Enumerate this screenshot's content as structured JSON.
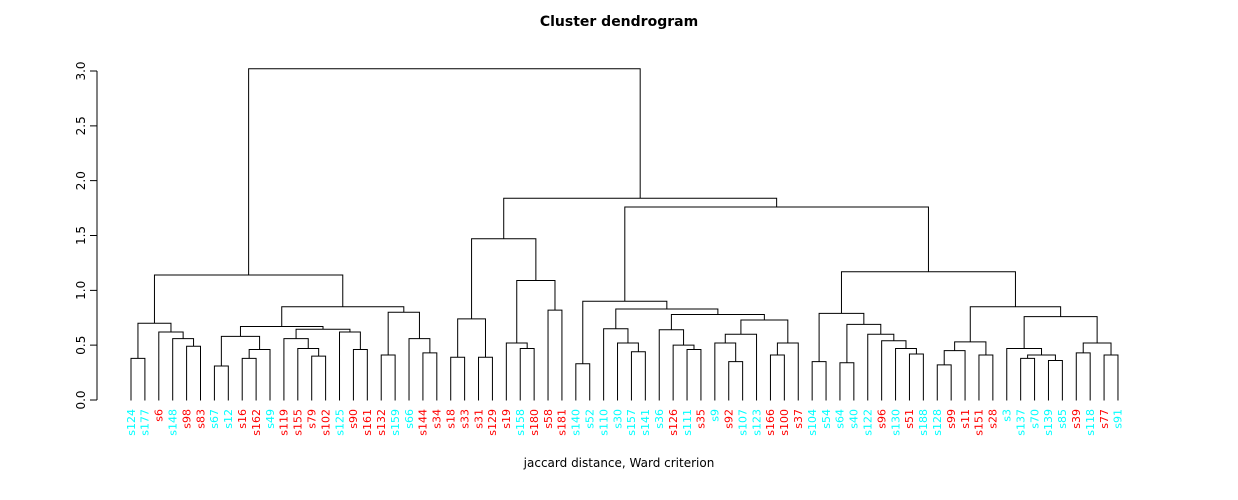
{
  "chart_data": {
    "type": "dendrogram",
    "title": "Cluster dendrogram",
    "caption": "jaccard distance, Ward criterion",
    "ylim": [
      0,
      3
    ],
    "yticks": [
      "0.0",
      "0.5",
      "1.0",
      "1.5",
      "2.0",
      "2.5",
      "3.0"
    ],
    "grid": false,
    "colors": {
      "cyan": "#00FFFF",
      "red": "#FF0000",
      "line": "#000000"
    },
    "leaves": [
      {
        "label": "s124",
        "color": "cyan"
      },
      {
        "label": "s177",
        "color": "cyan"
      },
      {
        "label": "s6",
        "color": "red"
      },
      {
        "label": "s148",
        "color": "cyan"
      },
      {
        "label": "s98",
        "color": "red"
      },
      {
        "label": "s83",
        "color": "red"
      },
      {
        "label": "s67",
        "color": "cyan"
      },
      {
        "label": "s12",
        "color": "cyan"
      },
      {
        "label": "s16",
        "color": "red"
      },
      {
        "label": "s162",
        "color": "red"
      },
      {
        "label": "s49",
        "color": "cyan"
      },
      {
        "label": "s119",
        "color": "red"
      },
      {
        "label": "s155",
        "color": "red"
      },
      {
        "label": "s79",
        "color": "red"
      },
      {
        "label": "s102",
        "color": "red"
      },
      {
        "label": "s125",
        "color": "cyan"
      },
      {
        "label": "s90",
        "color": "red"
      },
      {
        "label": "s161",
        "color": "red"
      },
      {
        "label": "s132",
        "color": "red"
      },
      {
        "label": "s159",
        "color": "cyan"
      },
      {
        "label": "s66",
        "color": "cyan"
      },
      {
        "label": "s144",
        "color": "red"
      },
      {
        "label": "s34",
        "color": "red"
      },
      {
        "label": "s18",
        "color": "red"
      },
      {
        "label": "s33",
        "color": "red"
      },
      {
        "label": "s31",
        "color": "red"
      },
      {
        "label": "s129",
        "color": "red"
      },
      {
        "label": "s19",
        "color": "red"
      },
      {
        "label": "s158",
        "color": "cyan"
      },
      {
        "label": "s180",
        "color": "red"
      },
      {
        "label": "s58",
        "color": "red"
      },
      {
        "label": "s181",
        "color": "red"
      },
      {
        "label": "s140",
        "color": "cyan"
      },
      {
        "label": "s52",
        "color": "cyan"
      },
      {
        "label": "s110",
        "color": "cyan"
      },
      {
        "label": "s30",
        "color": "cyan"
      },
      {
        "label": "s157",
        "color": "cyan"
      },
      {
        "label": "s141",
        "color": "cyan"
      },
      {
        "label": "s36",
        "color": "cyan"
      },
      {
        "label": "s126",
        "color": "red"
      },
      {
        "label": "s111",
        "color": "cyan"
      },
      {
        "label": "s35",
        "color": "red"
      },
      {
        "label": "s9",
        "color": "cyan"
      },
      {
        "label": "s92",
        "color": "red"
      },
      {
        "label": "s107",
        "color": "cyan"
      },
      {
        "label": "s123",
        "color": "cyan"
      },
      {
        "label": "s166",
        "color": "red"
      },
      {
        "label": "s100",
        "color": "red"
      },
      {
        "label": "s37",
        "color": "red"
      },
      {
        "label": "s104",
        "color": "cyan"
      },
      {
        "label": "s54",
        "color": "cyan"
      },
      {
        "label": "s64",
        "color": "cyan"
      },
      {
        "label": "s40",
        "color": "cyan"
      },
      {
        "label": "s122",
        "color": "cyan"
      },
      {
        "label": "s96",
        "color": "red"
      },
      {
        "label": "s130",
        "color": "cyan"
      },
      {
        "label": "s51",
        "color": "red"
      },
      {
        "label": "s188",
        "color": "cyan"
      },
      {
        "label": "s128",
        "color": "cyan"
      },
      {
        "label": "s99",
        "color": "red"
      },
      {
        "label": "s11",
        "color": "red"
      },
      {
        "label": "s151",
        "color": "red"
      },
      {
        "label": "s28",
        "color": "red"
      },
      {
        "label": "s3",
        "color": "cyan"
      },
      {
        "label": "s137",
        "color": "cyan"
      },
      {
        "label": "s70",
        "color": "cyan"
      },
      {
        "label": "s139",
        "color": "cyan"
      },
      {
        "label": "s85",
        "color": "cyan"
      },
      {
        "label": "s39",
        "color": "red"
      },
      {
        "label": "s118",
        "color": "cyan"
      },
      {
        "label": "s77",
        "color": "red"
      },
      {
        "label": "s91",
        "color": "cyan"
      }
    ],
    "merges": [
      3.02,
      [
        1.14,
        [
          0.7,
          [
            0.38,
            0,
            1
          ],
          [
            0.62,
            2,
            [
              0.56,
              3,
              [
                0.49,
                4,
                5
              ]
            ]
          ]
        ],
        [
          0.85,
          [
            0.67,
            [
              0.58,
              [
                0.31,
                6,
                7
              ],
              [
                0.46,
                [
                  0.38,
                  8,
                  9
                ],
                10
              ]
            ],
            [
              0.645,
              [
                0.56,
                11,
                [
                  0.47,
                  12,
                  [
                    0.4,
                    13,
                    14
                  ]
                ]
              ],
              [
                0.62,
                15,
                [
                  0.46,
                  16,
                  17
                ]
              ]
            ]
          ],
          [
            0.8,
            [
              0.41,
              18,
              19
            ],
            [
              0.56,
              20,
              [
                0.43,
                21,
                22
              ]
            ]
          ]
        ]
      ],
      [
        1.84,
        [
          1.47,
          [
            0.74,
            [
              0.39,
              23,
              24
            ],
            [
              0.39,
              25,
              26
            ]
          ],
          [
            1.09,
            [
              0.52,
              27,
              [
                0.47,
                28,
                29
              ]
            ],
            [
              0.82,
              30,
              31
            ]
          ]
        ],
        [
          1.76,
          [
            0.9,
            [
              0.33,
              32,
              33
            ],
            [
              0.83,
              [
                0.65,
                34,
                [
                  0.52,
                  35,
                  [
                    0.44,
                    36,
                    37
                  ]
                ]
              ],
              [
                0.78,
                [
                  0.64,
                  38,
                  [
                    0.5,
                    39,
                    [
                      0.46,
                      40,
                      41
                    ]
                  ]
                ],
                [
                  0.73,
                  [
                    0.6,
                    [
                      0.52,
                      42,
                      [
                        0.35,
                        43,
                        44
                      ]
                    ],
                    45
                  ],
                  [
                    0.52,
                    [
                      0.41,
                      46,
                      47
                    ],
                    48
                  ]
                ]
              ]
            ]
          ],
          [
            1.17,
            [
              0.79,
              [
                0.35,
                49,
                50
              ],
              [
                0.69,
                [
                  0.34,
                  51,
                  52
                ],
                [
                  0.6,
                  53,
                  [
                    0.54,
                    54,
                    [
                      0.47,
                      55,
                      [
                        0.42,
                        56,
                        57
                      ]
                    ]
                  ]
                ]
              ]
            ],
            [
              0.85,
              [
                0.53,
                [
                  0.45,
                  [
                    0.32,
                    58,
                    59
                  ],
                  60
                ],
                [
                  0.41,
                  61,
                  62
                ]
              ],
              [
                0.76,
                [
                  0.47,
                  63,
                  [
                    0.41,
                    [
                      0.38,
                      64,
                      65
                    ],
                    [
                      0.36,
                      66,
                      67
                    ]
                  ]
                ],
                [
                  0.52,
                  [
                    0.43,
                    68,
                    69
                  ],
                  [
                    0.41,
                    70,
                    71
                  ]
                ]
              ]
            ]
          ]
        ]
      ]
    ]
  }
}
